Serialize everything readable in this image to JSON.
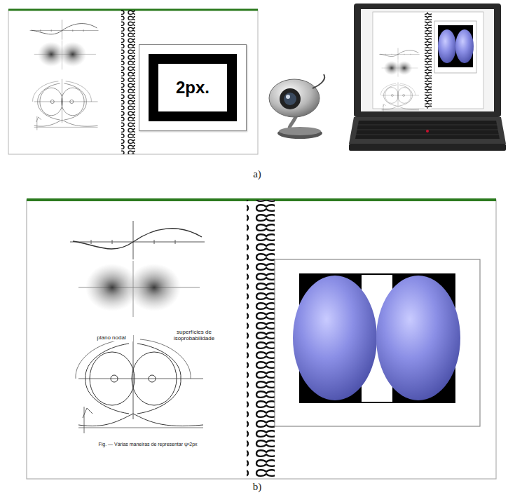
{
  "diagram": {
    "nodes": [
      {
        "text": [
          "2px."
        ]
      }
    ],
    "labels": [
      "a)",
      "b)",
      "plano nodal",
      "superfícies de isoprobabilidade",
      "Fig. — Várias maneiras de representar ψ²2px"
    ]
  }
}
